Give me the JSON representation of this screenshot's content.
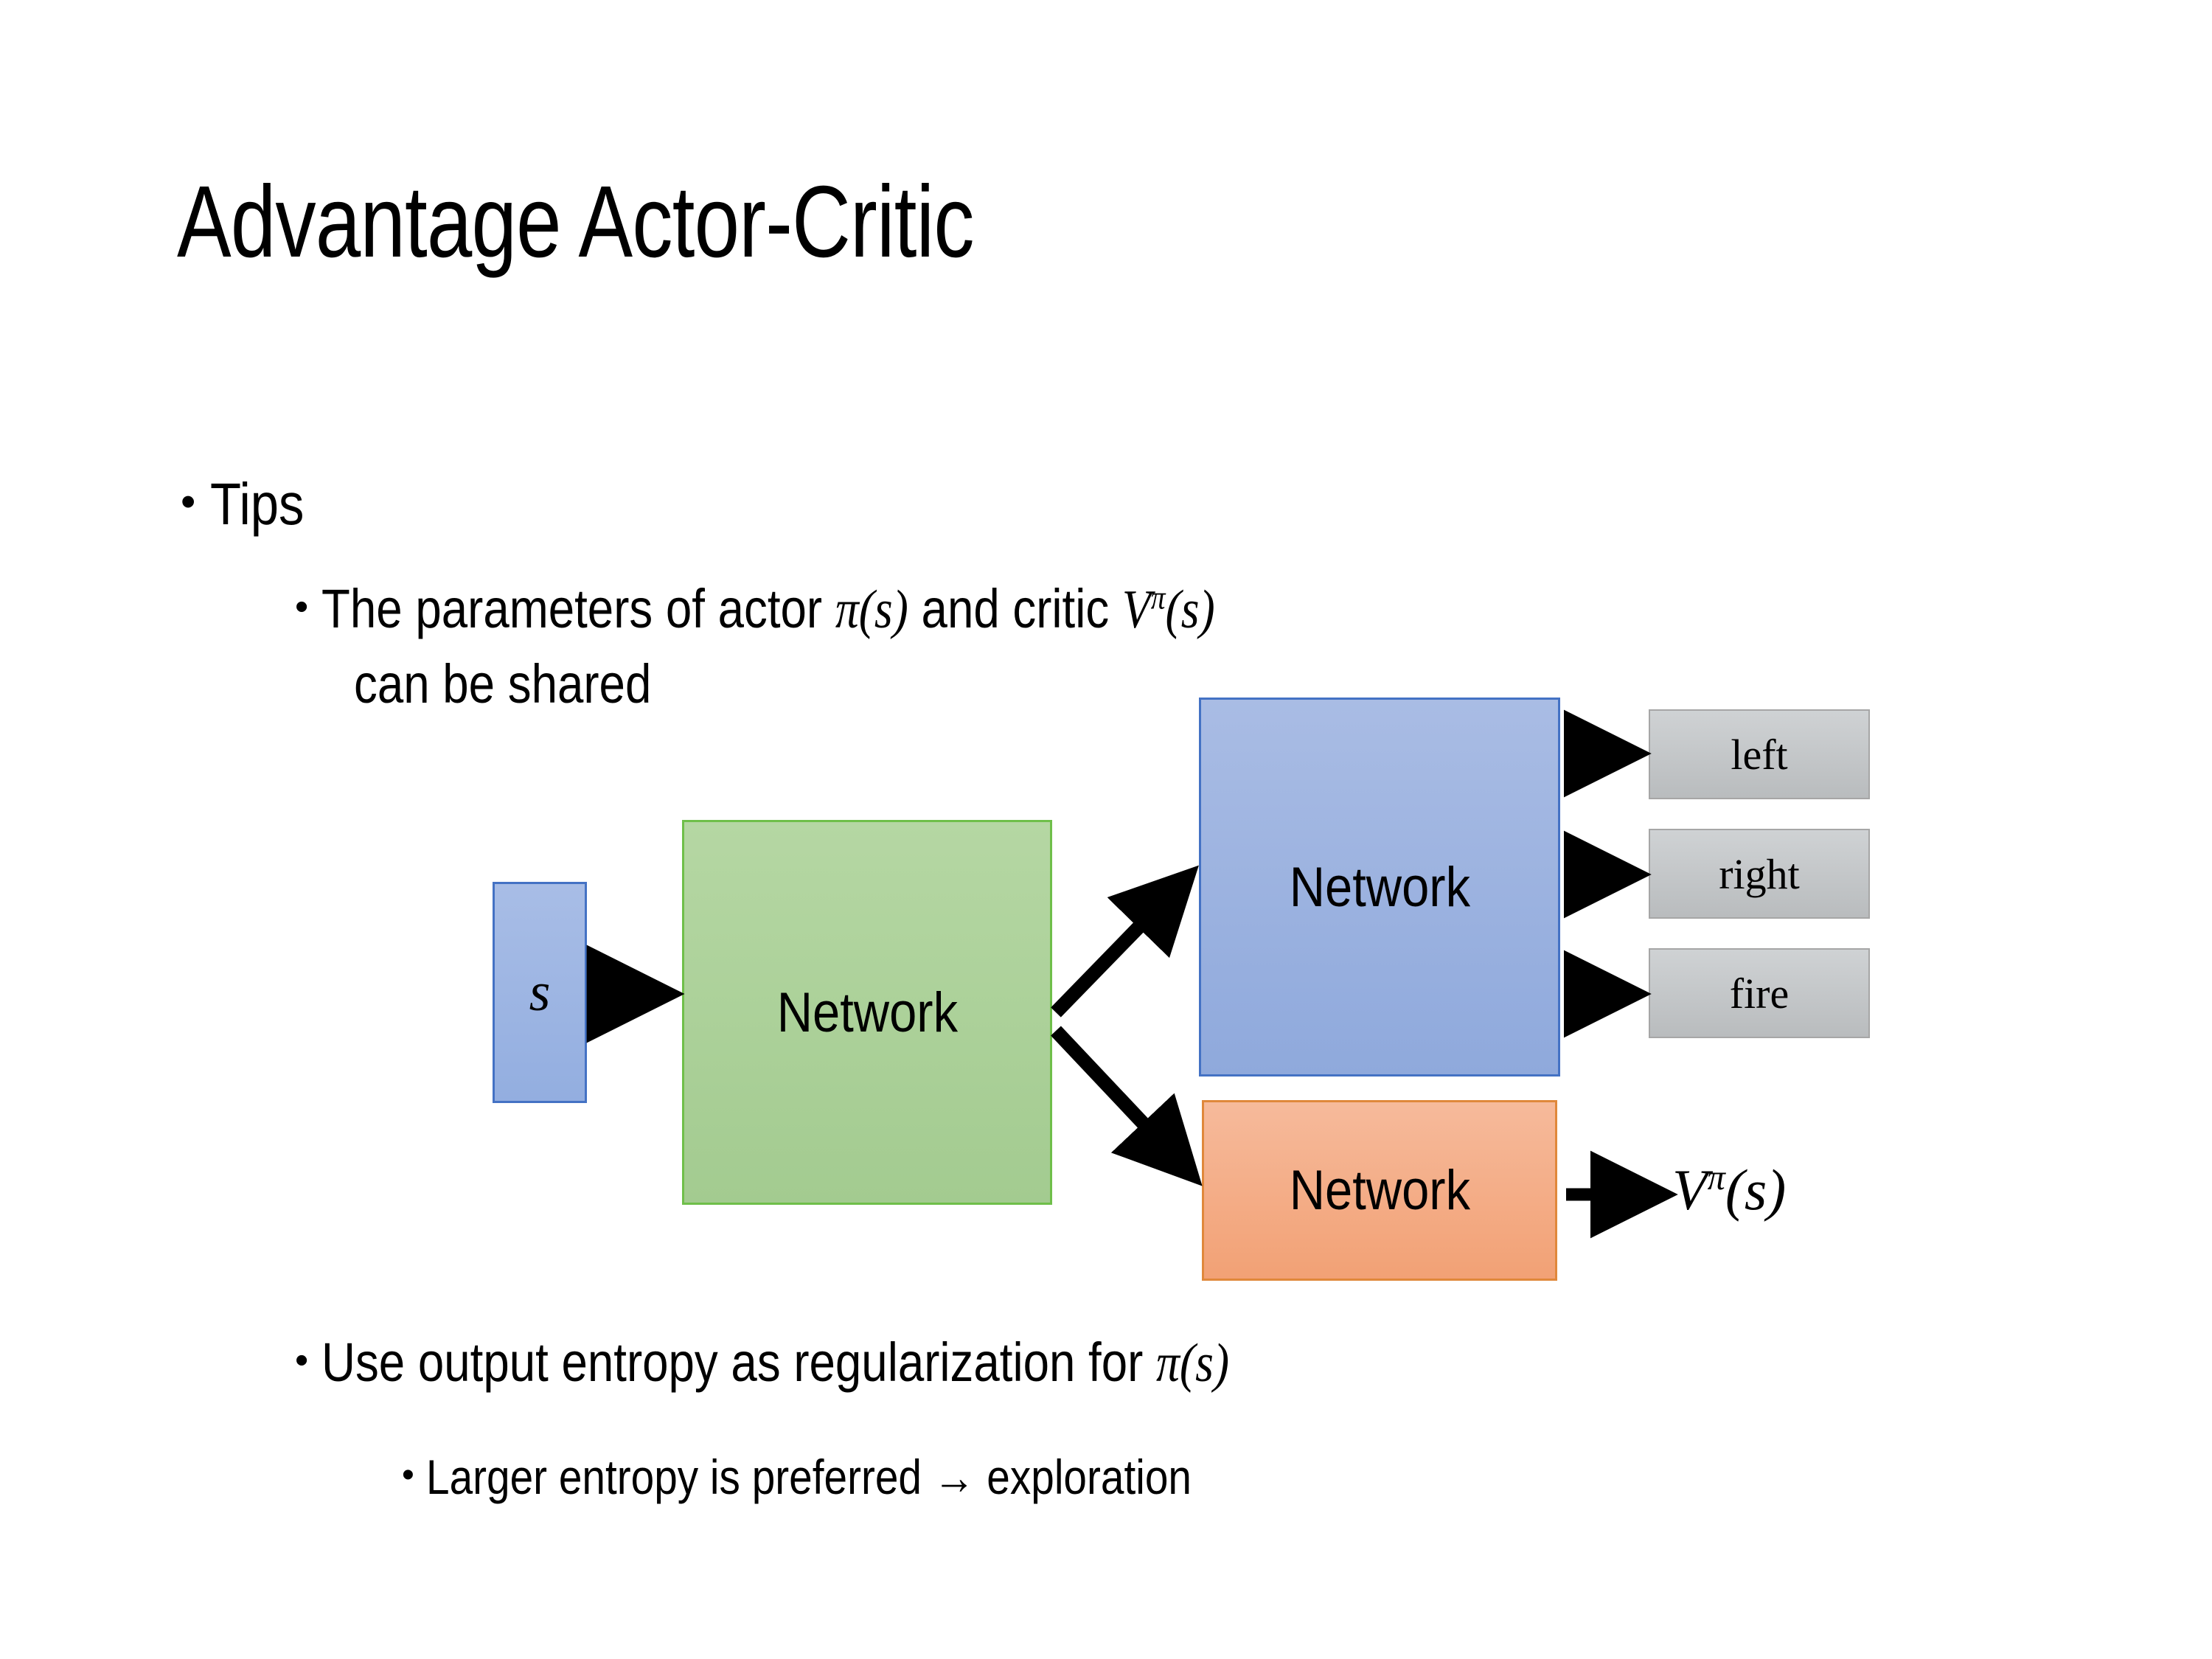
{
  "slide": {
    "title": "Advantage Actor-Critic",
    "bullets": [
      {
        "level": 1,
        "marker": "•",
        "text": "Tips"
      },
      {
        "level": 2,
        "marker": "•",
        "text_line1_prefix": "The parameters of actor ",
        "math1_pi": "π",
        "math1_args": "(s)",
        "text_line1_mid": "  and critic ",
        "math2_V": "V",
        "math2_sup": "π",
        "math2_args": "(s)",
        "text_line2": "can be shared"
      },
      {
        "level": 2,
        "marker": "•",
        "text_prefix": "Use output entropy as regularization for ",
        "math_pi": "π",
        "math_args": "(s)"
      },
      {
        "level": 3,
        "marker": "•",
        "text": "Larger entropy is preferred → exploration"
      }
    ]
  },
  "diagram": {
    "input_box": {
      "label": "s",
      "fill": "#93AEE0",
      "border": "#4472C4"
    },
    "shared_network": {
      "label": "Network",
      "fill": "#A3CB90",
      "border": "#6FBF4A"
    },
    "actor_network": {
      "label": "Network",
      "fill": "#8FA9DC",
      "border": "#4472C4"
    },
    "critic_network": {
      "label": "Network",
      "fill": "#F2A175",
      "border": "#E0883B"
    },
    "action_outputs": [
      {
        "label": "left",
        "fill": "#C3C6C8"
      },
      {
        "label": "right",
        "fill": "#C3C6C8"
      },
      {
        "label": "fire",
        "fill": "#C3C6C8"
      }
    ],
    "value_output": {
      "V": "V",
      "sup": "π",
      "args": "(s)"
    },
    "arrow_color": "#000000"
  }
}
